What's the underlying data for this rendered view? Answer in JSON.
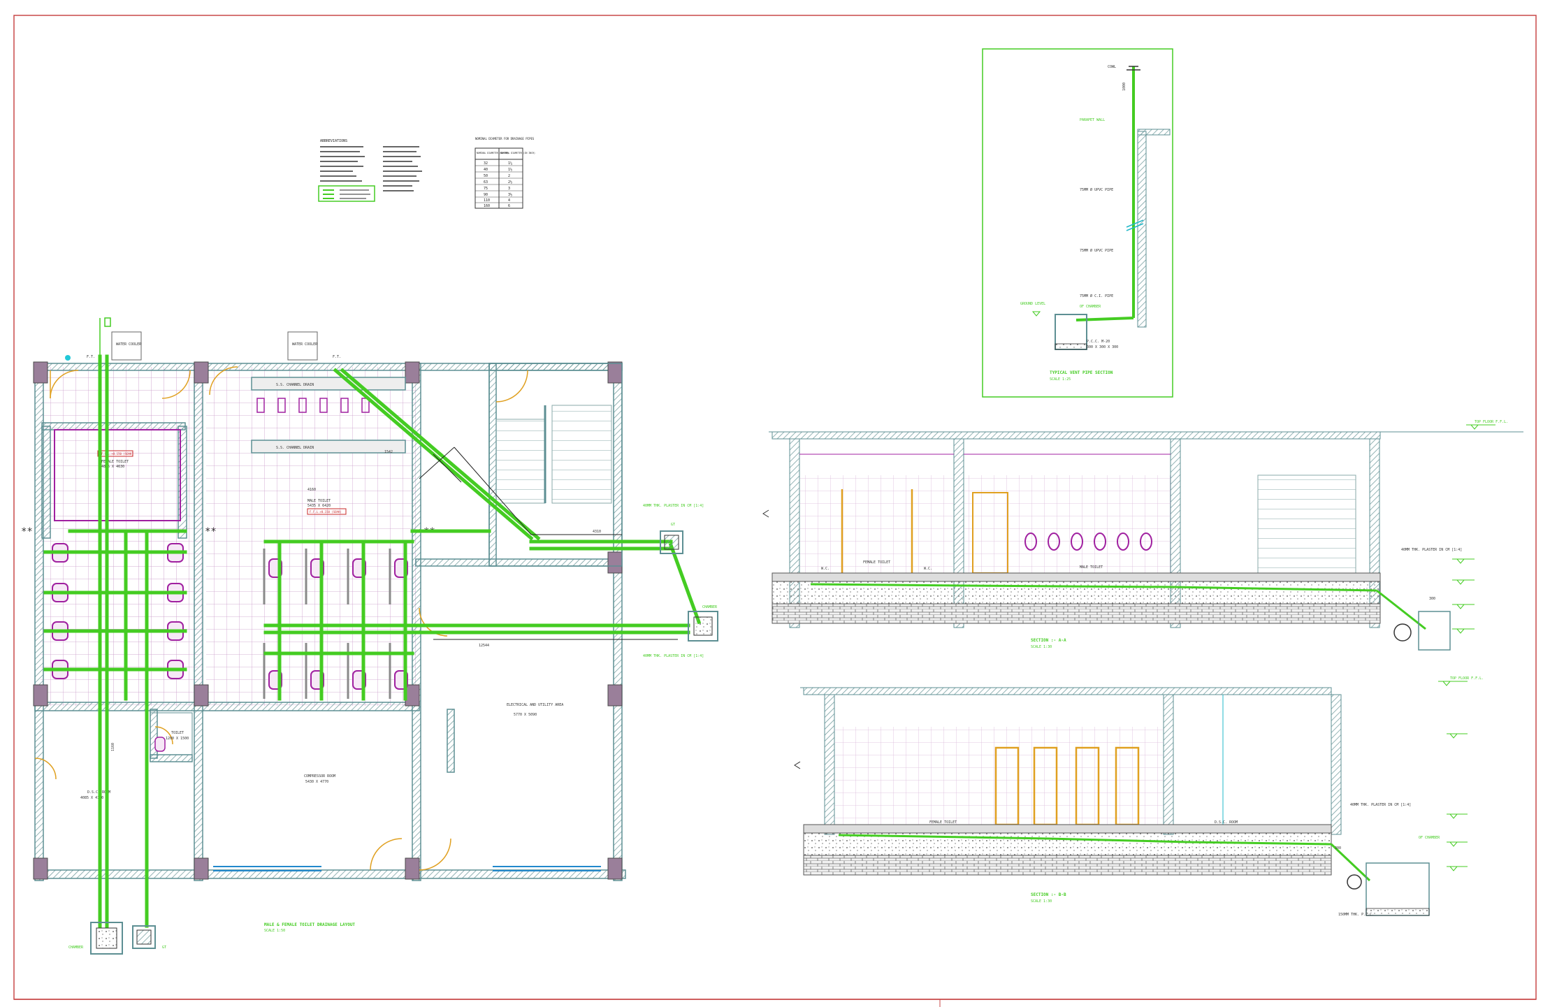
{
  "colors": {
    "wall": "#5d8f93",
    "wall_hatch": "#8aa8aa",
    "pipe": "#44cc22",
    "grid": "#b06ab0",
    "frame": "#c84848",
    "text": "#222222",
    "door": "#e0a020",
    "fixture": "#a020a0",
    "cyan": "#22b8c8"
  },
  "plan": {
    "water_cooler_1": "WATER COOLER",
    "water_cooler_2": "WATER COOLER",
    "ft_1": "F.T.",
    "ft_2": "F.T.",
    "ss_channel_1": "S.S. CHANNEL DRAIN",
    "ss_channel_2": "S.S. CHANNEL DRAIN",
    "female_toilet": "FEMALE TOILET",
    "female_toilet_size": "4885 X 4630",
    "male_toilet": "MALE TOILET",
    "male_toilet_size": "5435 X 6420",
    "ffl_tag": "F.F.L.+0.150 (SOAK)",
    "dim_4160": "4160",
    "dim_1542": "1542",
    "dim_4310": "4310",
    "dim_12544": "12544",
    "dim_1160": "1160",
    "toilet_small": "TOILET",
    "toilet_small_size": "1200 X 1500",
    "dsc_room": "D.S.C. ROOM",
    "dsc_size": "4085 X 4170",
    "compressor_room": "COMPRESSOR ROOM",
    "compressor_size": "5430 X 4770",
    "electrical_room": "ELECTRICAL AND UTILITY AREA",
    "electrical_size": "5770 X 5090",
    "gt_label": "GT",
    "chamber_label": "CHAMBER",
    "plaster_note_1": "40MM THK. PLASTER IN CM [1:4]",
    "plaster_note_2": "40MM THK. PLASTER IN CM [1:4]",
    "star_marks": "**",
    "plan_title": "MALE & FEMALE TOILET DRAINAGE LAYOUT",
    "plan_scale": "SCALE 1:50"
  },
  "legend": {
    "abbrev_title": "ABBREVIATIONS",
    "pipe_table_title": "NOMINAL DIAMETER FOR DRAINAGE PIPES",
    "pipe_table_headers": [
      "NOMINAL DIAMETER (IN MM)",
      "NOMINAL DIAMETER (IN INCH)"
    ],
    "pipe_table_rows": [
      [
        "32",
        "1¼"
      ],
      [
        "40",
        "1½"
      ],
      [
        "50",
        "2"
      ],
      [
        "63",
        "2½"
      ],
      [
        "75",
        "3"
      ],
      [
        "90",
        "3½"
      ],
      [
        "110",
        "4"
      ],
      [
        "160",
        "6"
      ]
    ]
  },
  "vent_section": {
    "cowl": "COWL",
    "dim_1000": "1000",
    "parapet_wall": "PARAPET WALL",
    "upvc_1": "75MM Ø UPVC PIPE",
    "upvc_2": "75MM Ø UPVC PIPE",
    "ci_pipe": "75MM Ø C.I. PIPE",
    "of_chamber": "OF CHAMBER",
    "ground_level": "GROUND LEVEL",
    "pcc": "P.C.C. M-20",
    "pcc_size": "300 X 300 X 300",
    "title": "TYPICAL VENT PIPE SECTION",
    "scale": "SCALE 1:25"
  },
  "section_aa": {
    "top_floor": "TOP FLOOR F.F.L.",
    "wc_1": "W.C.",
    "wc_2": "W.C.",
    "female_toilet": "FEMALE TOILET",
    "male_toilet": "MALE TOILET",
    "plaster_note": "40MM THK. PLASTER IN CM [1:4]",
    "dim_300": "300",
    "title": "SECTION :- A-A",
    "scale": "SCALE 1:30"
  },
  "section_bb": {
    "top_floor": "TOP FLOOR F.F.L.",
    "female_toilet": "FEMALE TOILET",
    "dsc_room": "D.S.C. ROOM",
    "plaster_note": "40MM THK. PLASTER IN CM [1:4]",
    "of_chamber": "OF CHAMBER",
    "pcc": "150MM THK. P.C.C.",
    "dim_300": "300",
    "title": "SECTION :- B-B",
    "scale": "SCALE 1:30"
  }
}
